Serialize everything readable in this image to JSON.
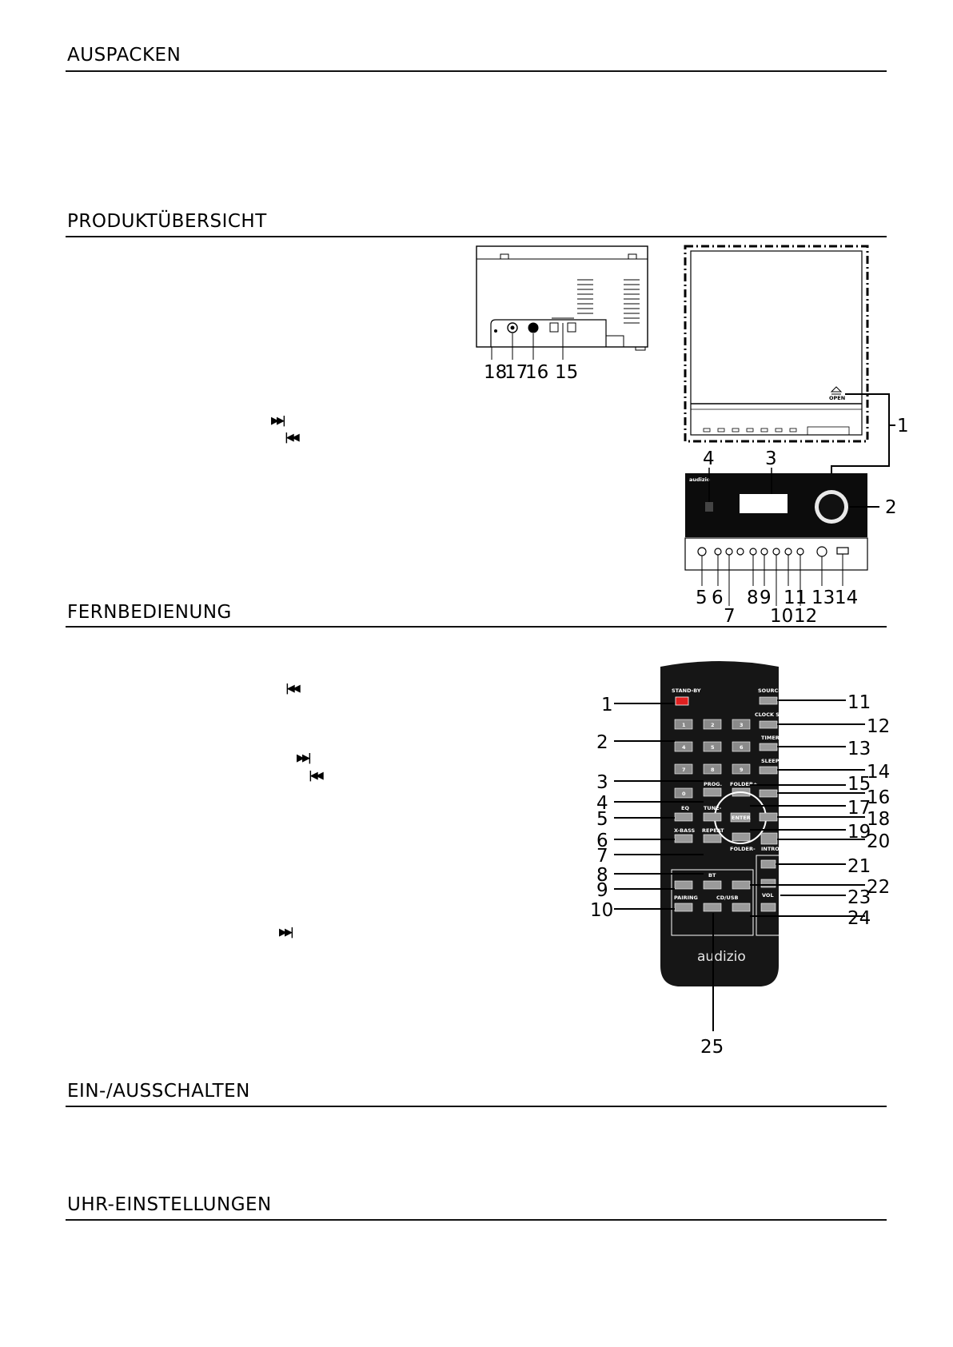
{
  "sections": {
    "unpack": "AUSPACKEN",
    "overview": "PRODUKTÜBERSICHT",
    "remote": "FERNBEDIENUNG",
    "power": "EIN-/AUSSCHALTEN",
    "clock": "UHR-EINSTELLUNGEN"
  },
  "icons": {
    "next": "▶▶|",
    "prev": "|◀◀"
  },
  "device": {
    "back_labels": [
      "18",
      "17",
      "16",
      "15"
    ],
    "front_callouts": [
      "1",
      "2",
      "3",
      "4"
    ],
    "panel_labels": [
      "5",
      "6",
      "7",
      "8",
      "9",
      "10",
      "11",
      "12",
      "13",
      "14"
    ],
    "open_label": "OPEN",
    "brand": "audizio"
  },
  "remote": {
    "left_labels": [
      "1",
      "2",
      "3",
      "4",
      "5",
      "6",
      "7",
      "8",
      "9",
      "10"
    ],
    "right_labels": [
      "11",
      "12",
      "13",
      "14",
      "15",
      "16",
      "17",
      "18",
      "19",
      "20",
      "21",
      "22",
      "23",
      "24"
    ],
    "bottom_label": "25",
    "button_texts": {
      "standby": "STAND-BY",
      "source": "SOURCE",
      "clock_set": "CLOCK SET",
      "timer": "TIMER",
      "sleep": "SLEEP",
      "prog": "PROG.",
      "folder_plus": "FOLDER+",
      "folder_minus": "FOLDER-",
      "tune": "TUNE-",
      "eq": "EQ",
      "xbass": "X-BASS",
      "repeat": "REPEAT",
      "enter": "ENTER",
      "intro": "INTRO",
      "bt": "BT",
      "vol": "VOL",
      "pairing": "PAIRING",
      "cdusb": "CD/USB"
    },
    "keypad": [
      "1",
      "2",
      "3",
      "4",
      "5",
      "6",
      "7",
      "8",
      "9",
      "0"
    ],
    "brand": "audizio"
  }
}
